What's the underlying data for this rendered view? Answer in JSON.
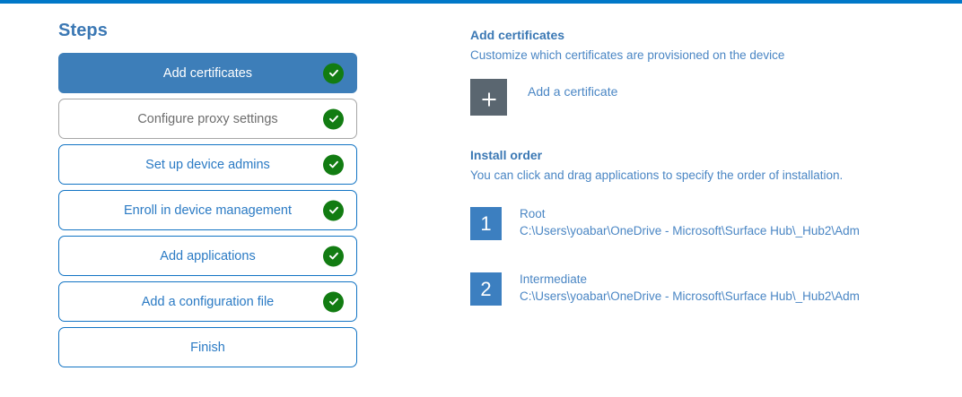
{
  "theme": {
    "accent_blue": "#0078c8",
    "link_blue": "#4a86c4",
    "active_step_blue": "#3d7eb9",
    "check_green": "#127c12",
    "plus_tile_gray": "#5a6670",
    "order_num_blue": "#3c7fc0",
    "muted_gray": "#6d6d6d"
  },
  "steps_panel": {
    "title": "Steps",
    "items": [
      {
        "label": "Add certificates",
        "state": "active",
        "completed": true
      },
      {
        "label": "Configure proxy settings",
        "state": "muted",
        "completed": true
      },
      {
        "label": "Set up device admins",
        "state": "default",
        "completed": true
      },
      {
        "label": "Enroll in device management",
        "state": "default",
        "completed": true
      },
      {
        "label": "Add applications",
        "state": "default",
        "completed": true
      },
      {
        "label": "Add a configuration file",
        "state": "default",
        "completed": true
      },
      {
        "label": "Finish",
        "state": "default",
        "completed": false
      }
    ]
  },
  "content": {
    "certificates": {
      "heading": "Add certificates",
      "subtitle": "Customize which certificates are provisioned on the device",
      "add_button_label": "Add a certificate",
      "add_button_icon": "plus-icon"
    },
    "install_order": {
      "heading": "Install order",
      "subtitle": "You can click and drag applications to specify the order of installation.",
      "items": [
        {
          "number": "1",
          "name": "Root",
          "path": "C:\\Users\\yoabar\\OneDrive - Microsoft\\Surface Hub\\_Hub2\\Adm"
        },
        {
          "number": "2",
          "name": "Intermediate",
          "path": "C:\\Users\\yoabar\\OneDrive - Microsoft\\Surface Hub\\_Hub2\\Adm"
        }
      ]
    }
  }
}
